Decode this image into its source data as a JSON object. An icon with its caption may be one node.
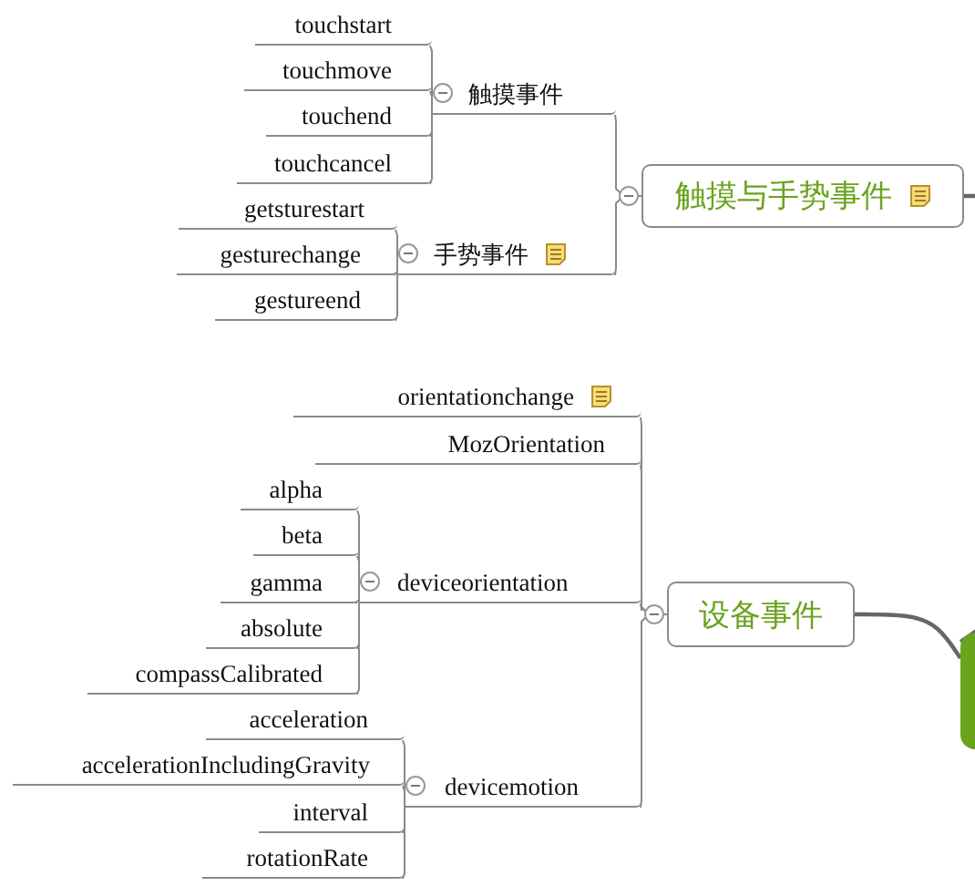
{
  "diagram": {
    "nodes": [
      {
        "text": [
          "触摸与手势事件"
        ]
      },
      {
        "text": [
          "触摸事件"
        ]
      },
      {
        "text": [
          "touchstart"
        ]
      },
      {
        "text": [
          "touchmove"
        ]
      },
      {
        "text": [
          "touchend"
        ]
      },
      {
        "text": [
          "touchcancel"
        ]
      },
      {
        "text": [
          "手势事件"
        ]
      },
      {
        "text": [
          "getsturestart"
        ]
      },
      {
        "text": [
          "gesturechange"
        ]
      },
      {
        "text": [
          "gestureend"
        ]
      },
      {
        "text": [
          "设备事件"
        ]
      },
      {
        "text": [
          "orientationchange"
        ]
      },
      {
        "text": [
          "MozOrientation"
        ]
      },
      {
        "text": [
          "deviceorientation"
        ]
      },
      {
        "text": [
          "alpha"
        ]
      },
      {
        "text": [
          "beta"
        ]
      },
      {
        "text": [
          "gamma"
        ]
      },
      {
        "text": [
          "absolute"
        ]
      },
      {
        "text": [
          "compassCalibrated"
        ]
      },
      {
        "text": [
          "devicemotion"
        ]
      },
      {
        "text": [
          "acceleration"
        ]
      },
      {
        "text": [
          "accelerationIncludingGravity"
        ]
      },
      {
        "text": [
          "interval"
        ]
      },
      {
        "text": [
          "rotationRate"
        ]
      },
      {
        "text": [],
        "shape": "box"
      }
    ],
    "edges": [
      {
        "from": 24,
        "to": 0,
        "arrow": "none"
      },
      {
        "from": 0,
        "to": 1,
        "arrow": "none"
      },
      {
        "from": 1,
        "to": 2,
        "arrow": "none"
      },
      {
        "from": 1,
        "to": 3,
        "arrow": "none"
      },
      {
        "from": 1,
        "to": 4,
        "arrow": "none"
      },
      {
        "from": 1,
        "to": 5,
        "arrow": "none"
      },
      {
        "from": 0,
        "to": 6,
        "arrow": "none"
      },
      {
        "from": 6,
        "to": 7,
        "arrow": "none"
      },
      {
        "from": 6,
        "to": 8,
        "arrow": "none"
      },
      {
        "from": 6,
        "to": 9,
        "arrow": "none"
      },
      {
        "from": 24,
        "to": 10,
        "arrow": "none"
      },
      {
        "from": 10,
        "to": 11,
        "arrow": "none"
      },
      {
        "from": 10,
        "to": 12,
        "arrow": "none"
      },
      {
        "from": 10,
        "to": 13,
        "arrow": "none"
      },
      {
        "from": 13,
        "to": 14,
        "arrow": "none"
      },
      {
        "from": 13,
        "to": 15,
        "arrow": "none"
      },
      {
        "from": 13,
        "to": 16,
        "arrow": "none"
      },
      {
        "from": 13,
        "to": 17,
        "arrow": "none"
      },
      {
        "from": 13,
        "to": 18,
        "arrow": "none"
      },
      {
        "from": 10,
        "to": 19,
        "arrow": "none"
      },
      {
        "from": 19,
        "to": 20,
        "arrow": "none"
      },
      {
        "from": 19,
        "to": 21,
        "arrow": "none"
      },
      {
        "from": 19,
        "to": 22,
        "arrow": "none"
      },
      {
        "from": 19,
        "to": 23,
        "arrow": "none"
      }
    ]
  }
}
